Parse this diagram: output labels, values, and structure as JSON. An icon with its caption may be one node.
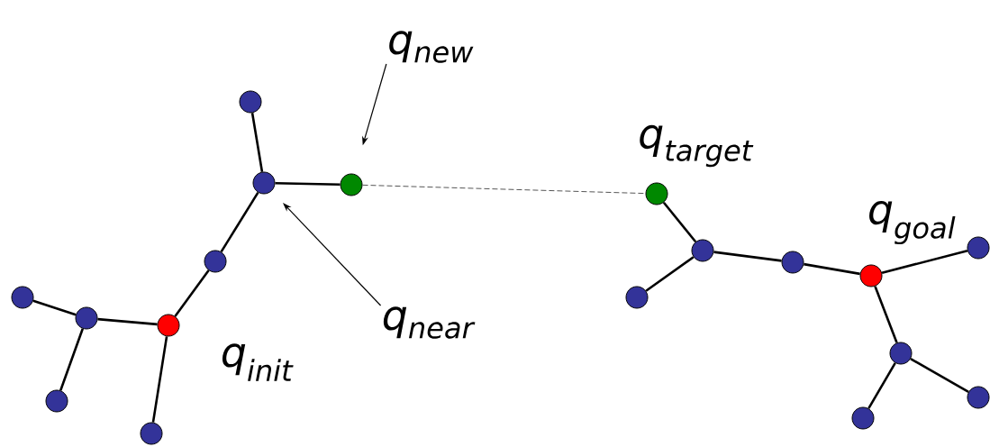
{
  "diagram": {
    "nodes": [
      {
        "text": [],
        "shape": "circle"
      },
      {
        "text": [],
        "shape": "circle"
      },
      {
        "text": [],
        "shape": "circle"
      },
      {
        "text": [],
        "shape": "circle"
      },
      {
        "text": [],
        "shape": "circle"
      },
      {
        "text": [],
        "shape": "circle"
      },
      {
        "text": [],
        "shape": "circle"
      },
      {
        "text": [],
        "shape": "circle"
      },
      {
        "text": [],
        "shape": "circle"
      },
      {
        "text": [],
        "shape": "circle"
      },
      {
        "text": [],
        "shape": "circle"
      },
      {
        "text": [],
        "shape": "circle"
      },
      {
        "text": [],
        "shape": "circle"
      },
      {
        "text": [],
        "shape": "circle"
      },
      {
        "text": [],
        "shape": "circle"
      },
      {
        "text": [],
        "shape": "circle"
      },
      {
        "text": [],
        "shape": "circle"
      },
      {
        "text": [],
        "shape": "circle"
      },
      {
        "text": [
          "q$_{new}$"
        ]
      },
      {
        "text": [
          "q$_{near}$"
        ]
      }
    ],
    "edges": [
      {
        "from": 0,
        "to": 1,
        "arrow": "none"
      },
      {
        "from": 1,
        "to": 2,
        "arrow": "none"
      },
      {
        "from": 1,
        "to": 3,
        "arrow": "none"
      },
      {
        "from": 3,
        "to": 4,
        "arrow": "none"
      },
      {
        "from": 4,
        "to": 5,
        "arrow": "none"
      },
      {
        "from": 5,
        "to": 6,
        "arrow": "none"
      },
      {
        "from": 5,
        "to": 7,
        "arrow": "none"
      },
      {
        "from": 4,
        "to": 8,
        "arrow": "none"
      },
      {
        "from": 2,
        "to": 9,
        "arrow": "none",
        "style": "dashed",
        "color": "#555555"
      },
      {
        "from": 9,
        "to": 10,
        "arrow": "none"
      },
      {
        "from": 10,
        "to": 11,
        "arrow": "none"
      },
      {
        "from": 10,
        "to": 12,
        "arrow": "none"
      },
      {
        "from": 12,
        "to": 13,
        "arrow": "none"
      },
      {
        "from": 13,
        "to": 14,
        "arrow": "none"
      },
      {
        "from": 13,
        "to": 15,
        "arrow": "none"
      },
      {
        "from": 15,
        "to": 16,
        "arrow": "none"
      },
      {
        "from": 15,
        "to": 17,
        "arrow": "none"
      },
      {
        "from": 18,
        "to": 2,
        "arrow": "to"
      },
      {
        "from": 19,
        "to": 1,
        "arrow": "to"
      }
    ],
    "labels": [
      "q$_{init}$",
      "q$_{target}$",
      "q$_{goal}$"
    ]
  }
}
